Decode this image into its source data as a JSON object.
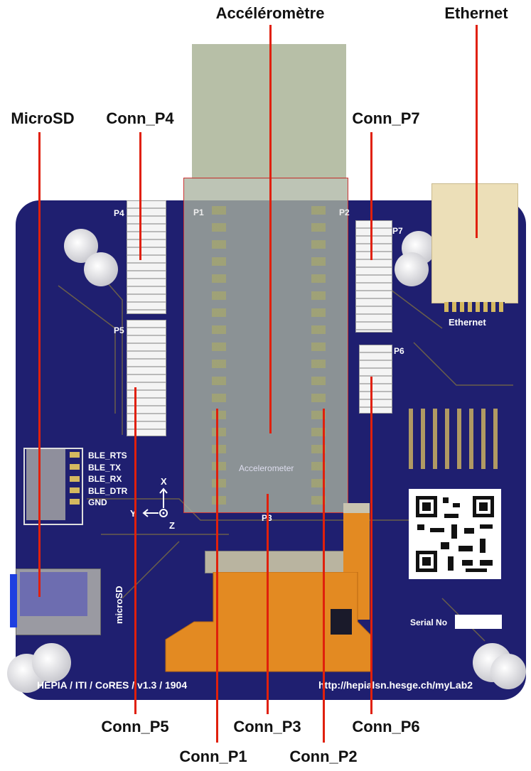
{
  "callouts": {
    "accelerometre": "Accéléromètre",
    "ethernet": "Ethernet",
    "microsd": "MicroSD",
    "conn_p4": "Conn_P4",
    "conn_p7": "Conn_P7",
    "conn_p5": "Conn_P5",
    "conn_p3": "Conn_P3",
    "conn_p6": "Conn_P6",
    "conn_p1": "Conn_P1",
    "conn_p2": "Conn_P2"
  },
  "silkscreen": {
    "p1": "P1",
    "p2": "P2",
    "p3": "P3",
    "p4": "P4",
    "p5": "P5",
    "p6": "P6",
    "p7": "P7",
    "ethernet": "Ethernet",
    "accelerometer": "Accelerometer",
    "ble_pins": [
      "BLE_RTS",
      "BLE_TX",
      "BLE_RX",
      "BLE_DTR",
      "GND"
    ],
    "axis_x": "X",
    "axis_y": "Y",
    "axis_z": "Z",
    "microsd": "microSD",
    "serial_no": "Serial No",
    "footer_left": "HEPIA / ITI / CoRES / v1.3 / 1904",
    "footer_right": "http://hepialsn.hesge.ch/myLab2"
  },
  "colors": {
    "board": "#1f1f70",
    "callout_line": "#e0200c",
    "flex": "#e38a22"
  }
}
